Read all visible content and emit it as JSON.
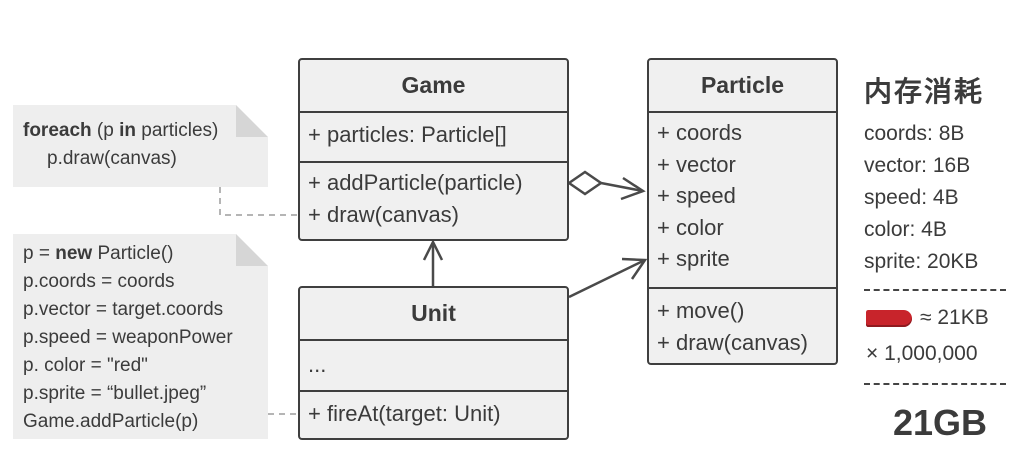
{
  "classes": {
    "game": {
      "name": "Game",
      "fields": [
        "+ particles: Particle[]"
      ],
      "methods": [
        "+ addParticle(particle)",
        "+ draw(canvas)"
      ]
    },
    "unit": {
      "name": "Unit",
      "fields": [
        "..."
      ],
      "methods": [
        "+ fireAt(target: Unit)"
      ]
    },
    "particle": {
      "name": "Particle",
      "fields": [
        "+ coords",
        "+ vector",
        "+ speed",
        "+ color",
        "+ sprite"
      ],
      "methods": [
        "+ move()",
        "+ draw(canvas)"
      ]
    }
  },
  "notes": {
    "draw_note": {
      "line1_kw1": "foreach",
      "line1_mid": " (p ",
      "line1_kw2": "in",
      "line1_end": " particles)",
      "line2": "p.draw(canvas)"
    },
    "fire_note": {
      "line1_pre": "p = ",
      "line1_kw": "new",
      "line1_post": " Particle()",
      "lines": [
        "p.coords = coords",
        "p.vector = target.coords",
        "p.speed = weaponPower",
        "p. color = \"red\"",
        "p.sprite = “bullet.jpeg”",
        "Game.addParticle(p)"
      ]
    }
  },
  "memory": {
    "title": "内存消耗",
    "items": [
      "coords: 8B",
      "vector: 16B",
      "speed: 4B",
      "color: 4B",
      "sprite: 20KB"
    ],
    "per_particle": "≈ 21KB",
    "multiplier": "× 1,000,000",
    "total": "21GB"
  },
  "colors": {
    "box_fill": "#f0f0f0",
    "box_stroke": "#3f3f3f",
    "note_fill": "#eeeeee",
    "bullet": "#c8242b",
    "text": "#3b3b3b"
  }
}
